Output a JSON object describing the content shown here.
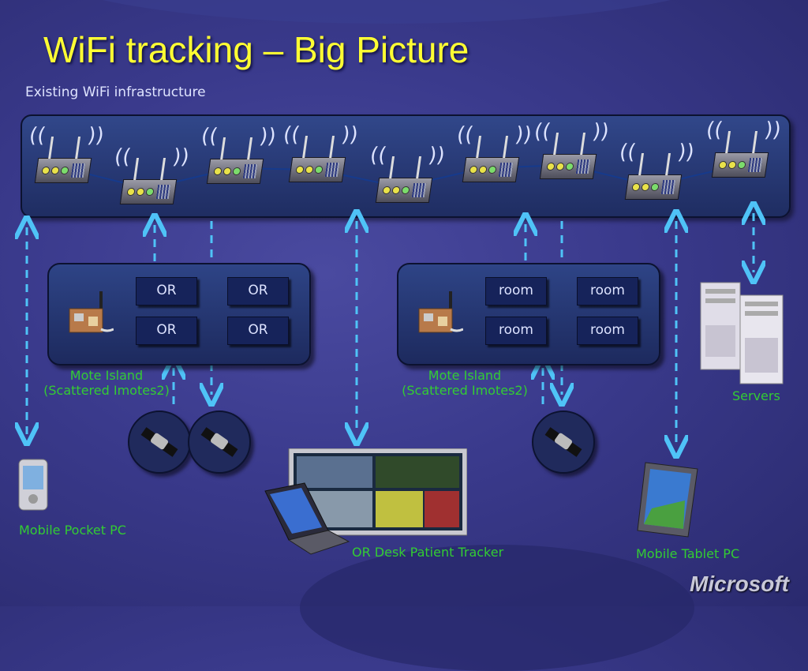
{
  "title": "WiFi tracking – Big Picture",
  "subtitle": "Existing WiFi infrastructure",
  "mote_panels": [
    {
      "rooms": [
        "OR",
        "OR",
        "OR",
        "OR"
      ],
      "label_line1": "Mote Island",
      "label_line2": "(Scattered Imotes2)"
    },
    {
      "rooms": [
        "room",
        "room",
        "room",
        "room"
      ],
      "label_line1": "Mote Island",
      "label_line2": "(Scattered Imotes2)"
    }
  ],
  "devices": {
    "pocket_pc": "Mobile Pocket PC",
    "desk": "OR Desk Patient Tracker",
    "tablet": "Mobile Tablet PC",
    "servers": "Servers"
  },
  "logo": "Microsoft",
  "colors": {
    "title": "#ffff33",
    "device_label": "#33cc33",
    "arrow": "#4fc3f7"
  }
}
